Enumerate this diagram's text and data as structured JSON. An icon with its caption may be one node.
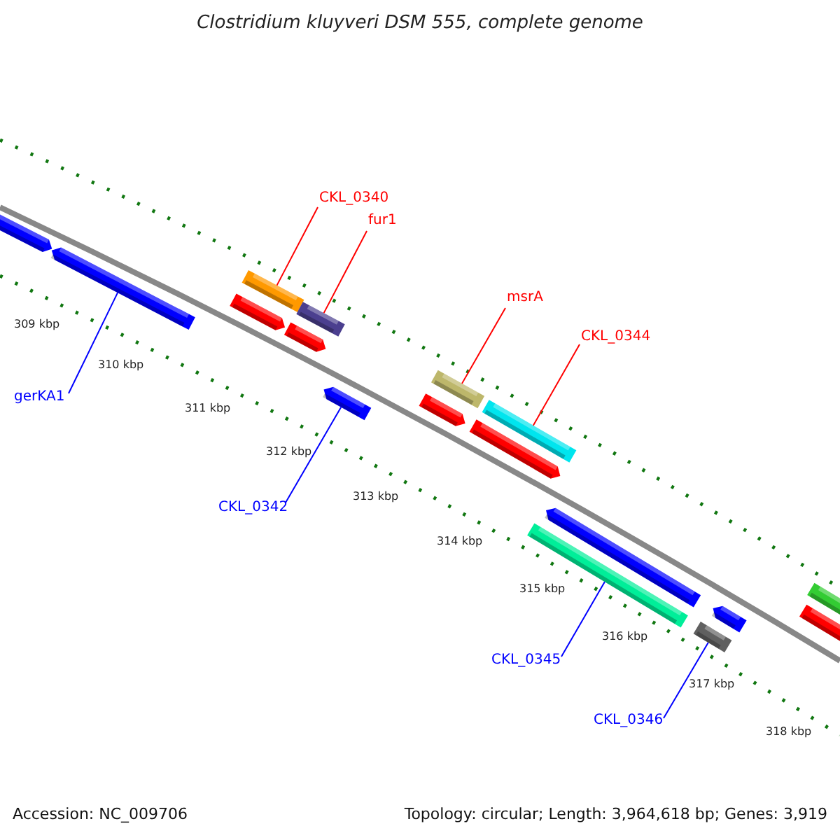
{
  "diagram": {
    "title": "Clostridium kluyveri DSM 555, complete genome",
    "nodes": [
      {
        "text": [
          "CKL_0340"
        ]
      },
      {
        "text": [
          "fur1"
        ]
      },
      {
        "text": [
          "msrA"
        ]
      },
      {
        "text": [
          "CKL_0344"
        ]
      },
      {
        "text": [
          "gerKA1"
        ]
      },
      {
        "text": [
          "CKL_0342"
        ]
      },
      {
        "text": [
          "CKL_0345"
        ]
      },
      {
        "text": [
          "CKL_0346"
        ]
      },
      {
        "text": [],
        "shape": "bar"
      },
      {
        "text": [],
        "shape": "bar"
      },
      {
        "text": [],
        "shape": "bar"
      },
      {
        "text": [],
        "shape": "bar"
      },
      {
        "text": [],
        "shape": "bar"
      },
      {
        "text": [],
        "shape": "bar"
      },
      {
        "text": [],
        "shape": "bar"
      },
      {
        "text": [],
        "shape": "bar"
      },
      {
        "text": [],
        "shape": "bar"
      },
      {
        "text": [],
        "shape": "bar"
      },
      {
        "text": [],
        "shape": "bar"
      },
      {
        "text": [],
        "shape": "bar"
      },
      {
        "text": [],
        "shape": "bar"
      },
      {
        "text": [],
        "shape": "bar"
      },
      {
        "text": [],
        "shape": "bar"
      },
      {
        "text": [],
        "shape": "bar"
      },
      {
        "text": [],
        "shape": "bar"
      }
    ],
    "edges": [
      {
        "from": 0,
        "to": 11,
        "arrow": "none"
      },
      {
        "from": 1,
        "to": 13,
        "arrow": "none"
      },
      {
        "from": 2,
        "to": 16,
        "arrow": "none"
      },
      {
        "from": 3,
        "to": 18,
        "arrow": "none"
      },
      {
        "from": 4,
        "to": 9,
        "arrow": "none",
        "color": "#0000ff"
      },
      {
        "from": 5,
        "to": 14,
        "arrow": "none",
        "color": "#0000ff"
      },
      {
        "from": 6,
        "to": 19,
        "arrow": "none",
        "color": "#0000ff"
      },
      {
        "from": 7,
        "to": 21,
        "arrow": "none",
        "color": "#0000ff"
      }
    ],
    "labels": [
      "309 kbp",
      "310 kbp",
      "311 kbp",
      "312 kbp",
      "313 kbp",
      "314 kbp",
      "315 kbp",
      "316 kbp",
      "317 kbp",
      "318 kbp",
      "Accession: NC_009706",
      "Topology: circular; Length: 3,964,618 bp; Genes: 3,919"
    ]
  }
}
